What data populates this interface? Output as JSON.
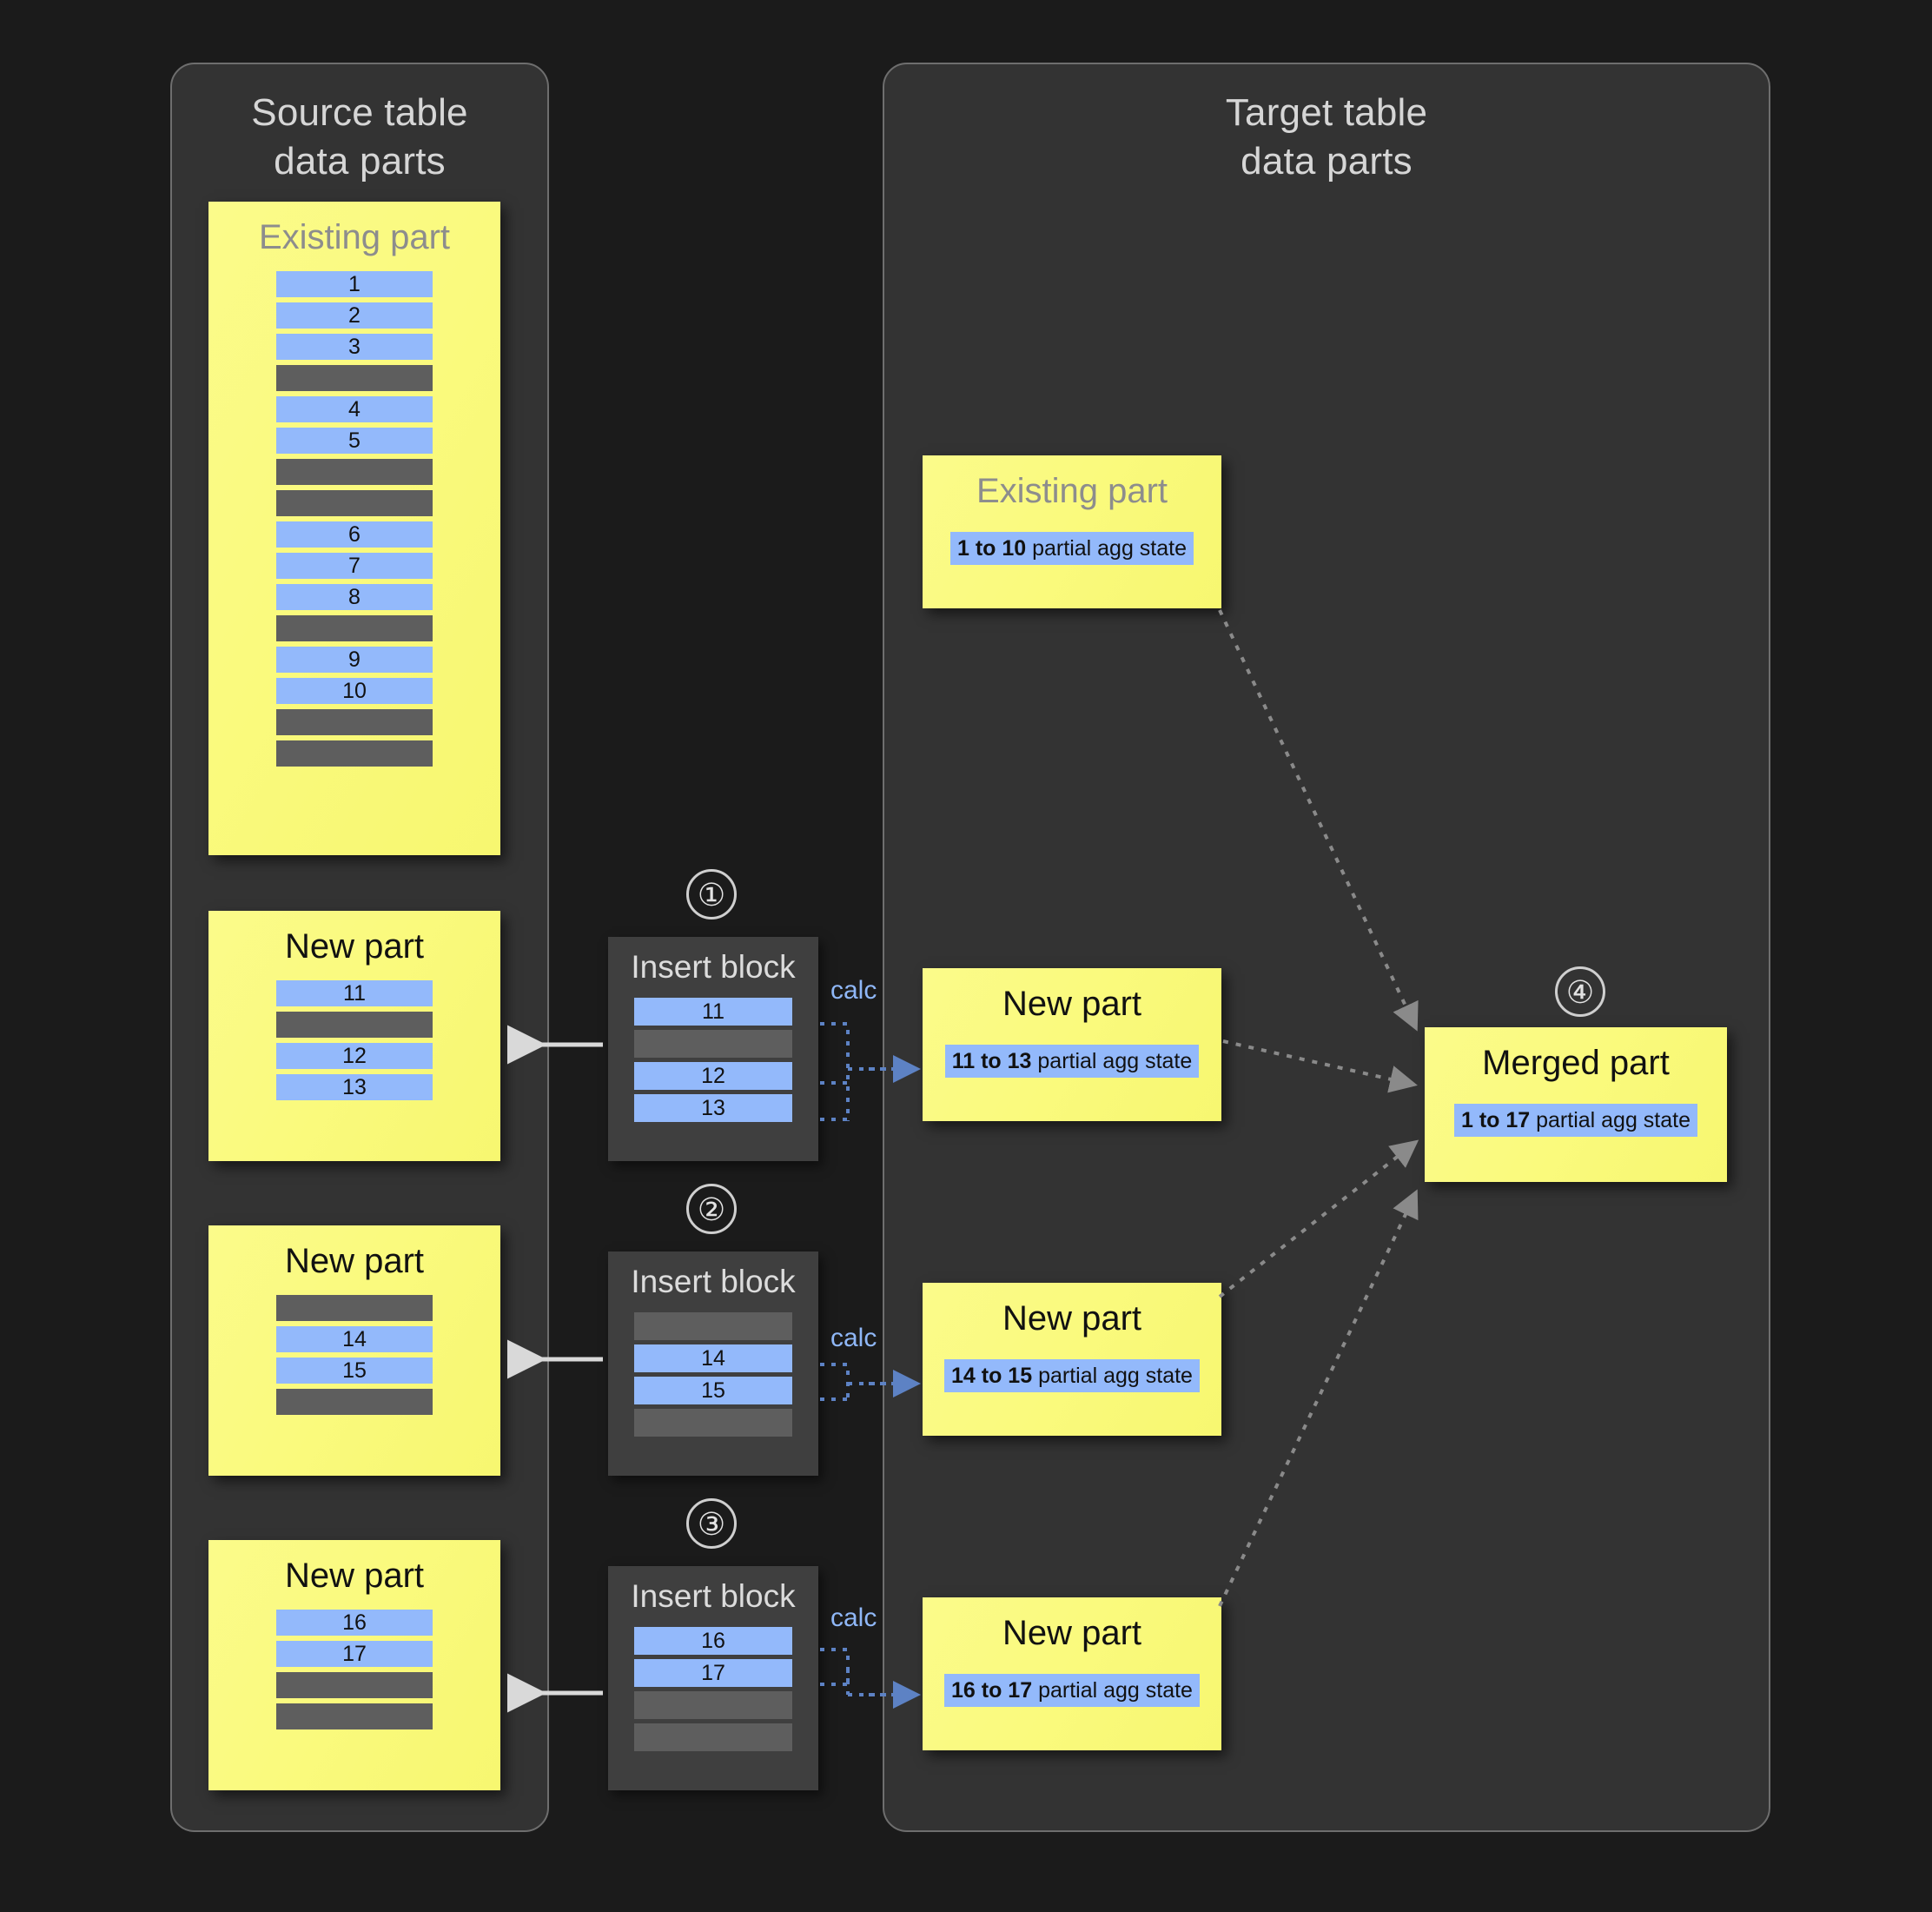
{
  "panels": {
    "source": {
      "title": "Source table\ndata parts"
    },
    "target": {
      "title": "Target table\ndata parts"
    }
  },
  "source_parts": [
    {
      "name": "existing-part",
      "title": "Existing part",
      "title_muted": true,
      "rows": [
        {
          "type": "blue",
          "label": "1"
        },
        {
          "type": "blue",
          "label": "2"
        },
        {
          "type": "blue",
          "label": "3"
        },
        {
          "type": "gray",
          "label": ""
        },
        {
          "type": "blue",
          "label": "4"
        },
        {
          "type": "blue",
          "label": "5"
        },
        {
          "type": "gray",
          "label": ""
        },
        {
          "type": "gray",
          "label": ""
        },
        {
          "type": "blue",
          "label": "6"
        },
        {
          "type": "blue",
          "label": "7"
        },
        {
          "type": "blue",
          "label": "8"
        },
        {
          "type": "gray",
          "label": ""
        },
        {
          "type": "blue",
          "label": "9"
        },
        {
          "type": "blue",
          "label": "10"
        },
        {
          "type": "gray",
          "label": ""
        },
        {
          "type": "gray",
          "label": ""
        }
      ]
    },
    {
      "name": "new-part-1",
      "title": "New part",
      "title_muted": false,
      "rows": [
        {
          "type": "blue",
          "label": "11"
        },
        {
          "type": "gray",
          "label": ""
        },
        {
          "type": "blue",
          "label": "12"
        },
        {
          "type": "blue",
          "label": "13"
        }
      ]
    },
    {
      "name": "new-part-2",
      "title": "New part",
      "title_muted": false,
      "rows": [
        {
          "type": "gray",
          "label": ""
        },
        {
          "type": "blue",
          "label": "14"
        },
        {
          "type": "blue",
          "label": "15"
        },
        {
          "type": "gray",
          "label": ""
        }
      ]
    },
    {
      "name": "new-part-3",
      "title": "New part",
      "title_muted": false,
      "rows": [
        {
          "type": "blue",
          "label": "16"
        },
        {
          "type": "blue",
          "label": "17"
        },
        {
          "type": "gray",
          "label": ""
        },
        {
          "type": "gray",
          "label": ""
        }
      ]
    }
  ],
  "insert_blocks": [
    {
      "step": "①",
      "title": "Insert block",
      "calc_label": "calc",
      "rows": [
        {
          "type": "blue",
          "label": "11"
        },
        {
          "type": "gray",
          "label": ""
        },
        {
          "type": "blue",
          "label": "12"
        },
        {
          "type": "blue",
          "label": "13"
        }
      ]
    },
    {
      "step": "②",
      "title": "Insert block",
      "calc_label": "calc",
      "rows": [
        {
          "type": "gray",
          "label": ""
        },
        {
          "type": "blue",
          "label": "14"
        },
        {
          "type": "blue",
          "label": "15"
        },
        {
          "type": "gray",
          "label": ""
        }
      ]
    },
    {
      "step": "③",
      "title": "Insert block",
      "calc_label": "calc",
      "rows": [
        {
          "type": "blue",
          "label": "16"
        },
        {
          "type": "blue",
          "label": "17"
        },
        {
          "type": "gray",
          "label": ""
        },
        {
          "type": "gray",
          "label": ""
        }
      ]
    }
  ],
  "target_parts": [
    {
      "name": "target-existing-part",
      "title": "Existing part",
      "title_muted": true,
      "agg_range": "1 to 10",
      "agg_suffix": " partial agg state"
    },
    {
      "name": "target-new-part-1",
      "title": "New part",
      "title_muted": false,
      "agg_range": "11 to 13",
      "agg_suffix": " partial agg state"
    },
    {
      "name": "target-new-part-2",
      "title": "New part",
      "title_muted": false,
      "agg_range": "14 to 15",
      "agg_suffix": " partial agg state"
    },
    {
      "name": "target-new-part-3",
      "title": "New part",
      "title_muted": false,
      "agg_range": "16 to 17",
      "agg_suffix": " partial agg state"
    }
  ],
  "merged_part": {
    "step": "④",
    "title": "Merged part",
    "agg_range": "1 to 17",
    "agg_suffix": " partial agg state"
  },
  "colors": {
    "background": "#1b1b1b",
    "panel": "#333333",
    "panel_border": "#6e6e6e",
    "part_yellow": "#fafa7e",
    "row_blue": "#93b9fb",
    "row_gray": "#5e5e5e",
    "insert_block": "#3f3f3f",
    "calc_blue": "#8fb7f7",
    "arrow_solid": "#d9d9d9",
    "arrow_dotted": "#8a8a8a",
    "muted_title": "#8d8d8d"
  }
}
